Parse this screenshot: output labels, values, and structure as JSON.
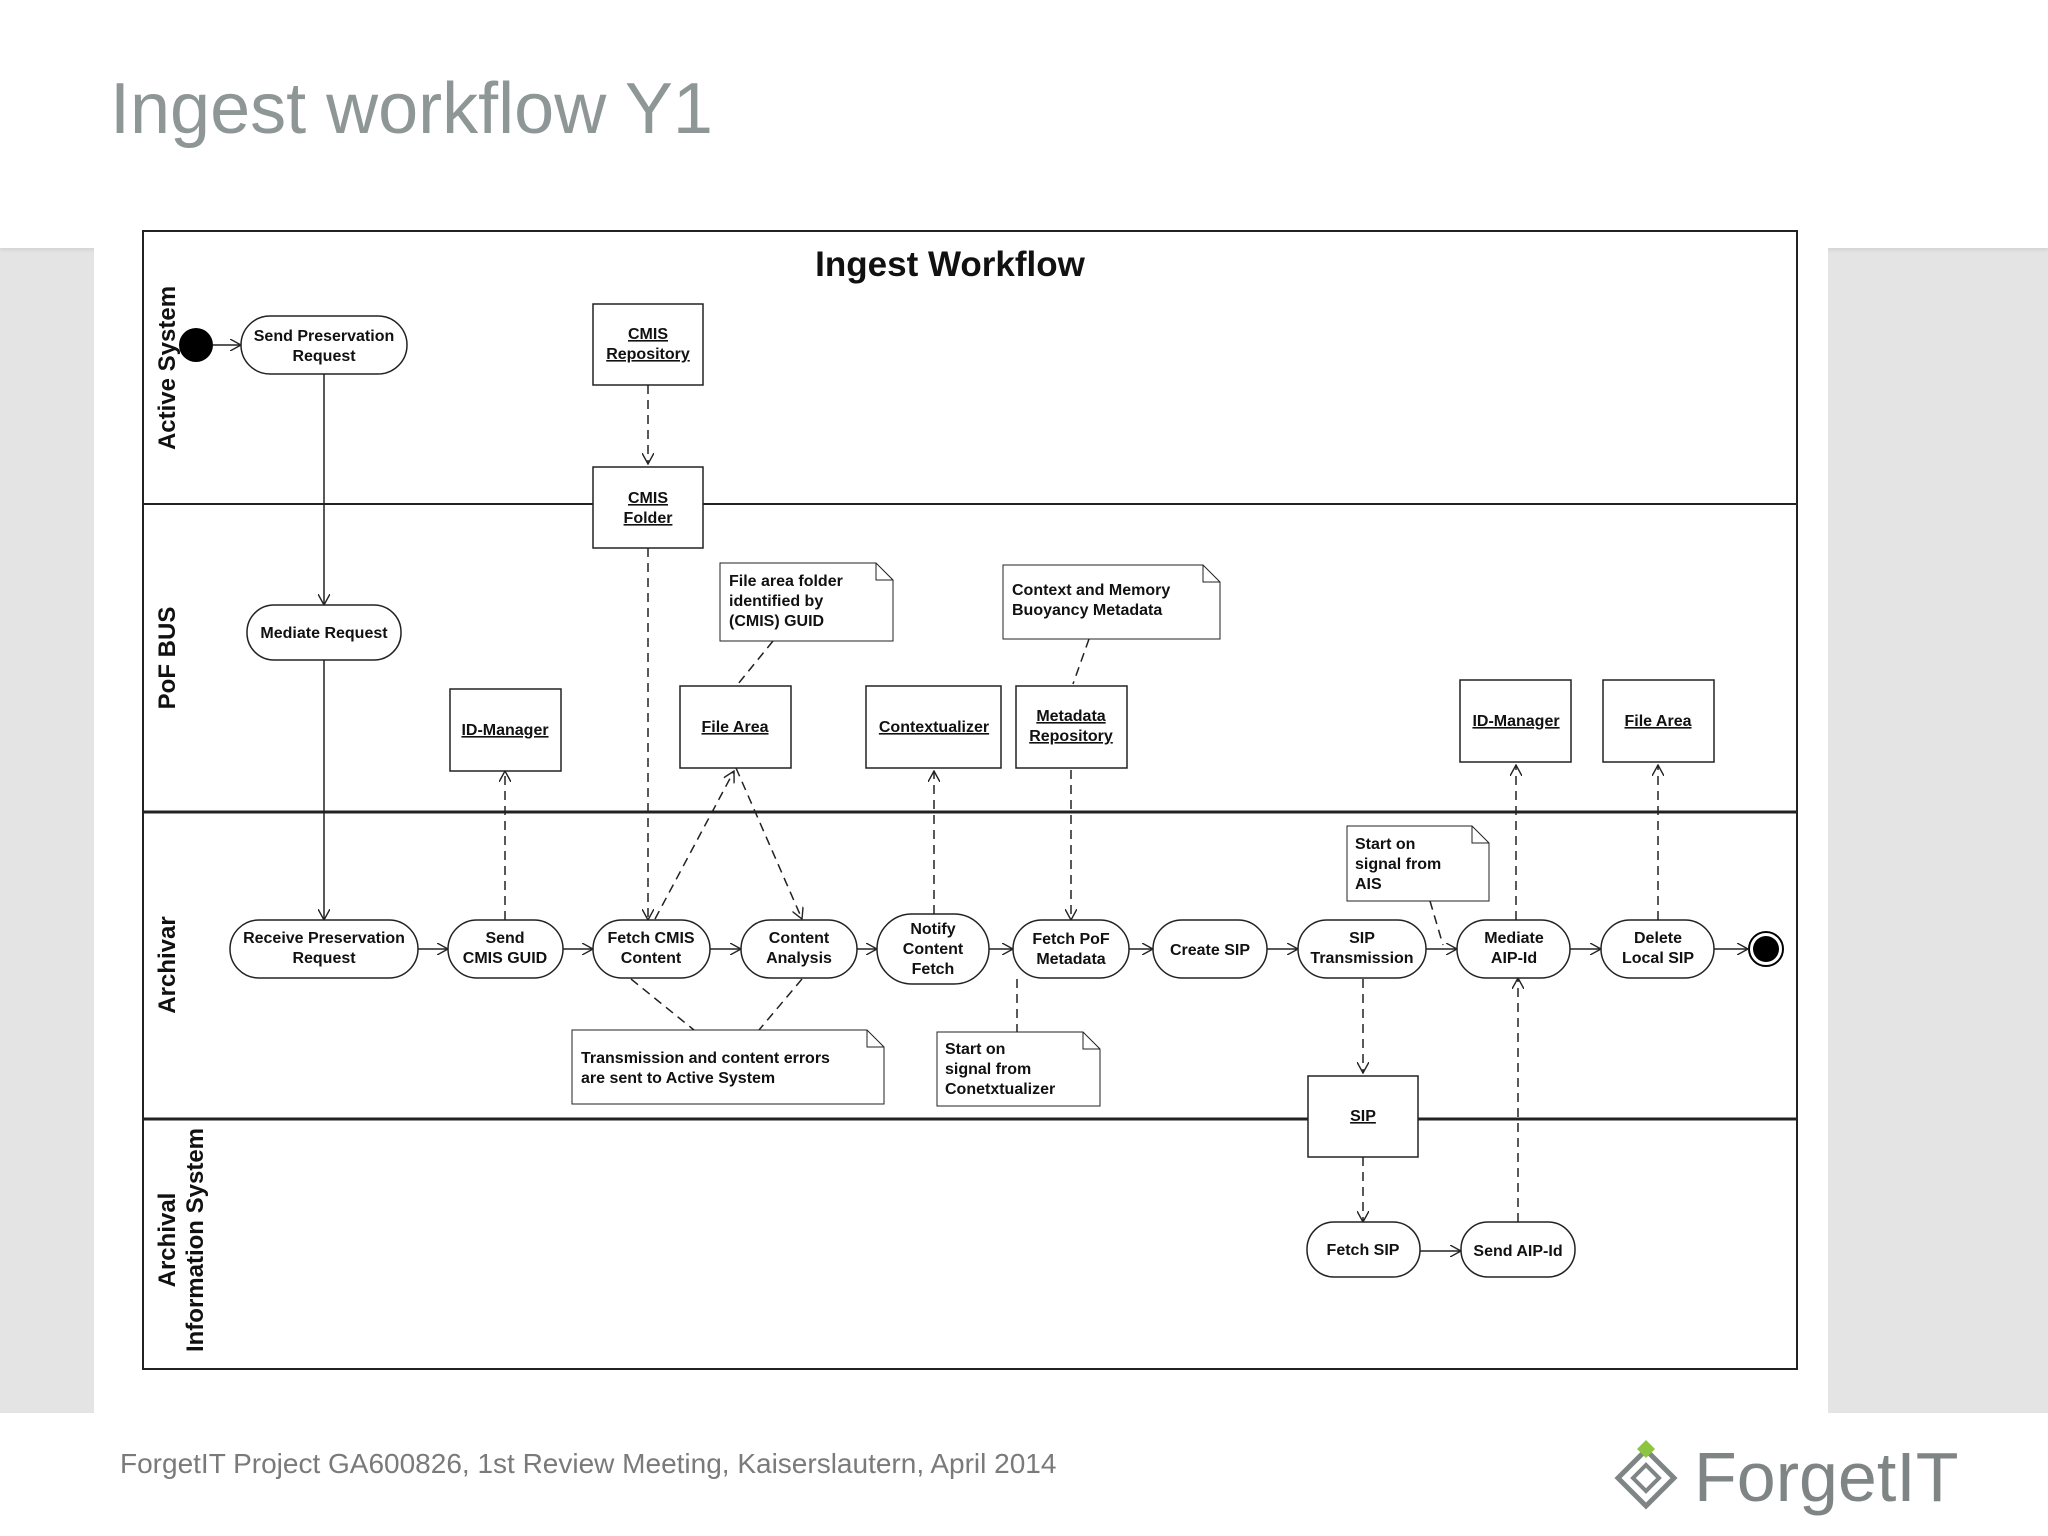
{
  "slide": {
    "title": "Ingest workflow Y1",
    "footer": "ForgetIT Project GA600826, 1st Review Meeting, Kaiserslautern, April 2014",
    "logo_text": "ForgetIT",
    "logo_icon": "diamond-logo-icon",
    "colors": {
      "title": "#8e9696",
      "logo_green": "#8cc63f",
      "logo_gray": "#7f8585"
    }
  },
  "diagram": {
    "title": "Ingest Workflow",
    "lanes": {
      "active": "Active System",
      "pof": "PoF BUS",
      "archivar": "Archivar",
      "ais_line1": "Archival",
      "ais_line2": "Information System"
    },
    "activities": {
      "send_pres_1": "Send Preservation",
      "send_pres_2": "Request",
      "mediate": "Mediate Request",
      "receive_1": "Receive Preservation",
      "receive_2": "Request",
      "send_guid_1": "Send",
      "send_guid_2": "CMIS GUID",
      "fetch_cmis_1": "Fetch CMIS",
      "fetch_cmis_2": "Content",
      "content_analysis_1": "Content",
      "content_analysis_2": "Analysis",
      "notify_1": "Notify",
      "notify_2": "Content",
      "notify_3": "Fetch",
      "fetch_pof_1": "Fetch PoF",
      "fetch_pof_2": "Metadata",
      "create_sip": "Create SIP",
      "sip_trans_1": "SIP",
      "sip_trans_2": "Transmission",
      "mediate_aip_1": "Mediate",
      "mediate_aip_2": "AIP-Id",
      "delete_sip_1": "Delete",
      "delete_sip_2": "Local SIP",
      "fetch_sip": "Fetch SIP",
      "send_aip": "Send AIP-Id"
    },
    "objects": {
      "cmis_repo_1": "CMIS",
      "cmis_repo_2": "Repository",
      "cmis_folder_1": "CMIS",
      "cmis_folder_2": "Folder",
      "id_manager_1": "ID-Manager",
      "file_area_1": "File Area",
      "contextualizer": "Contextualizer",
      "metadata_repo_1": "Metadata",
      "metadata_repo_2": "Repository",
      "id_manager_2": "ID-Manager",
      "file_area_2": "File Area",
      "sip": "SIP"
    },
    "notes": {
      "file_area_folder": [
        "File area folder",
        "identified by",
        "(CMIS) GUID"
      ],
      "context_memory": [
        "Context and Memory",
        "Buoyancy Metadata"
      ],
      "start_on_ais": [
        "Start on",
        "signal from",
        "AIS"
      ],
      "transmission_errors": [
        "Transmission and content errors",
        "are sent to Active System"
      ],
      "start_on_context": [
        "Start on",
        "signal from",
        "Conetxtualizer"
      ]
    }
  }
}
